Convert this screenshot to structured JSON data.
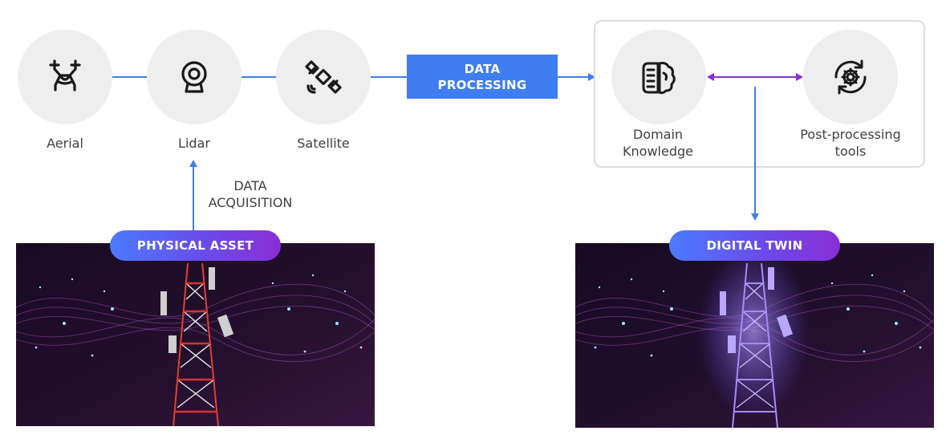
{
  "sources": [
    {
      "label": "Aerial",
      "icon": "drone-icon"
    },
    {
      "label": "Lidar",
      "icon": "webcam-icon"
    },
    {
      "label": "Satellite",
      "icon": "satellite-icon"
    }
  ],
  "processing": {
    "line1": "DATA",
    "line2": "PROCESSING"
  },
  "acquisition": {
    "line1": "DATA",
    "line2": "ACQUISITION"
  },
  "tools": [
    {
      "line1": "Domain",
      "line2": "Knowledge",
      "icon": "brain-icon"
    },
    {
      "line1": "Post-processing",
      "line2": "tools",
      "icon": "gear-sync-icon"
    }
  ],
  "physical": {
    "label": "PHYSICAL ASSET"
  },
  "digital": {
    "label": "DIGITAL TWIN"
  },
  "colors": {
    "accent": "#3f7ef2",
    "bidirectional": "#8a2ed6",
    "circle": "#eeeeee",
    "tower_physical": "#d8332b",
    "tower_digital": "#9a7cff"
  }
}
